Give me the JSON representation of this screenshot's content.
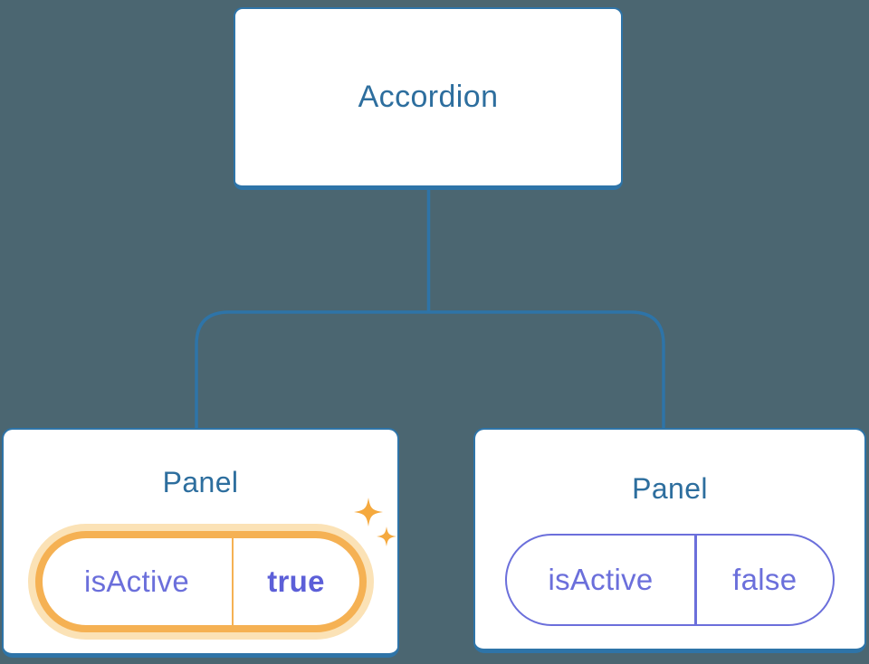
{
  "colors": {
    "background": "#4B6671",
    "node_border": "#2E74A8",
    "node_text": "#2D6E9E",
    "state_purple": "#6B6FDB",
    "state_purple_bold": "#5C5FD8",
    "active_orange": "#F5B153",
    "active_halo": "#FBE2B6",
    "sparkle": "#F5A93E"
  },
  "diagram": {
    "root": {
      "label": "Accordion"
    },
    "panels": [
      {
        "label": "Panel",
        "state_prop": "isActive",
        "state_value": "true",
        "highlighted": true
      },
      {
        "label": "Panel",
        "state_prop": "isActive",
        "state_value": "false",
        "highlighted": false
      }
    ]
  }
}
